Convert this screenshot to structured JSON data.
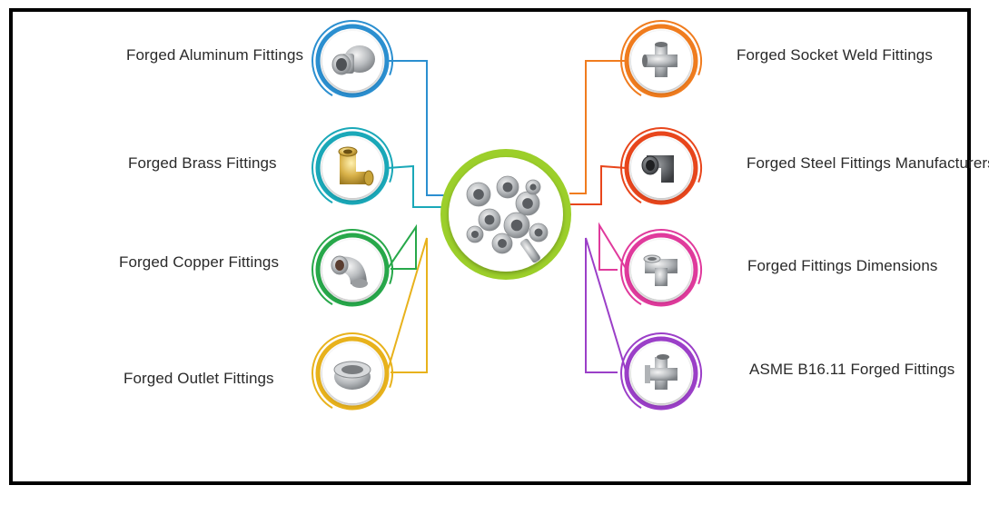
{
  "center": {
    "name": "forged-fittings-hub"
  },
  "left_items": [
    {
      "label": "Forged Aluminum Fittings",
      "color": "#2b8fd0",
      "icon": "union-fitting-icon"
    },
    {
      "label": "Forged Brass Fittings",
      "color": "#1aa8b8",
      "icon": "brass-elbow-icon"
    },
    {
      "label": "Forged Copper Fittings",
      "color": "#27a84a",
      "icon": "elbow-fitting-icon"
    },
    {
      "label": "Forged Outlet Fittings",
      "color": "#e8b21c",
      "icon": "outlet-ring-icon"
    }
  ],
  "right_items": [
    {
      "label": "Forged Socket Weld Fittings",
      "color": "#f07c1e",
      "icon": "cross-fitting-icon"
    },
    {
      "label": "Forged Steel Fittings Manufacturers",
      "color": "#e8461c",
      "icon": "steel-elbow-icon"
    },
    {
      "label": "Forged Fittings Dimensions",
      "color": "#e03a9c",
      "icon": "tee-fitting-icon"
    },
    {
      "label": "ASME B16.11 Forged Fittings",
      "color": "#9b3fc8",
      "icon": "cross-tee-icon"
    }
  ],
  "center_color": "#9ccf2a"
}
